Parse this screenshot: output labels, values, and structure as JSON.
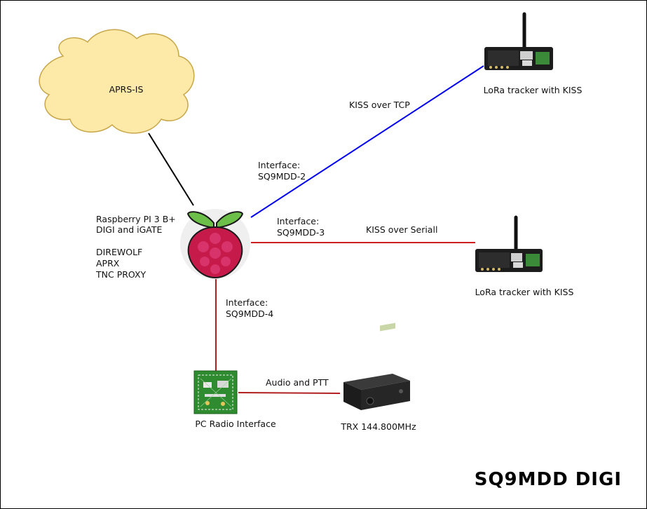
{
  "title": "SQ9MDD DIGI",
  "cloud": {
    "label": "APRS-IS"
  },
  "raspberry": {
    "lines": [
      "Raspberry PI 3 B+",
      "DIGI and iGATE",
      "",
      "DIREWOLF",
      "APRX",
      "TNC PROXY"
    ]
  },
  "tracker_top": {
    "label": "LoRa tracker with KISS"
  },
  "tracker_mid": {
    "label": "LoRa tracker with KISS"
  },
  "pc_interface": {
    "label": "PC Radio Interface"
  },
  "trx": {
    "label": "TRX 144.800MHz"
  },
  "links": {
    "tcp": {
      "label": "KISS over TCP",
      "iface_label": "Interface:",
      "iface_name": "SQ9MDD-2",
      "color": "#0000ee"
    },
    "serial": {
      "label": "KISS over Seriall",
      "iface_label": "Interface:",
      "iface_name": "SQ9MDD-3",
      "color": "#cc2020"
    },
    "pc": {
      "iface_label": "Interface:",
      "iface_name": "SQ9MDD-4",
      "color": "#b02020"
    },
    "audio": {
      "label": "Audio and PTT",
      "color": "#b02020"
    },
    "cloud": {
      "color": "#000000"
    }
  },
  "colors": {
    "cloud_fill": "#fde9a8",
    "cloud_stroke": "#c7a74a",
    "pcb_green": "#2f8b2f",
    "raspberry_red": "#c51a4a",
    "leaf_green": "#6cc04a"
  }
}
